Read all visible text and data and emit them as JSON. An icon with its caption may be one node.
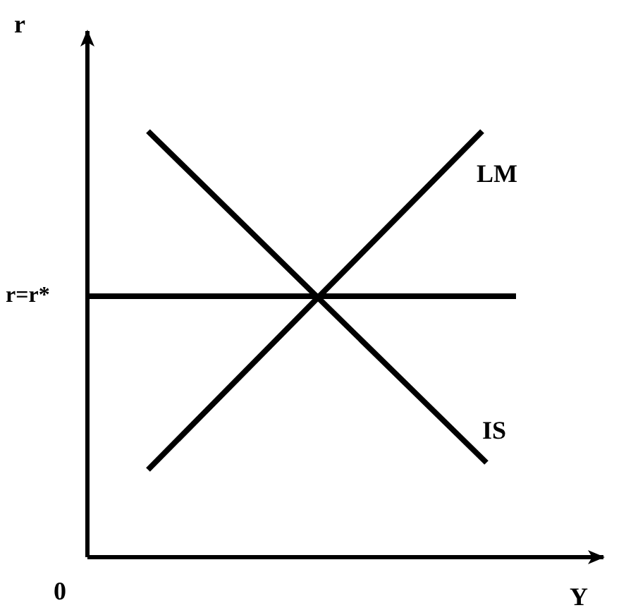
{
  "diagram": {
    "labels": [
      "r",
      "LM",
      "r=r*",
      "IS",
      "0",
      "Y"
    ]
  }
}
